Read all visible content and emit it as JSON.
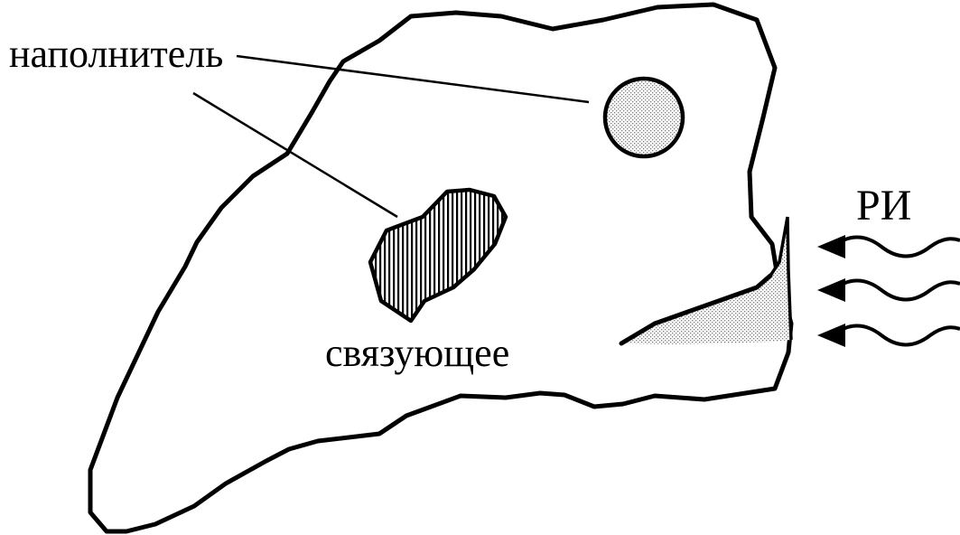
{
  "labels": {
    "filler": "наполнитель",
    "binder": "связующее",
    "radiation": "РИ"
  },
  "colors": {
    "ink": "#000000",
    "background": "#ffffff",
    "stipple": "#9a9a9a"
  },
  "elements": {
    "particle_round": "round filler particle (stippled)",
    "particle_irregular": "irregular filler particle (vertical hatching)",
    "damaged_zone": "stippled degraded wedge at surface",
    "radiation_arrows": 3
  }
}
